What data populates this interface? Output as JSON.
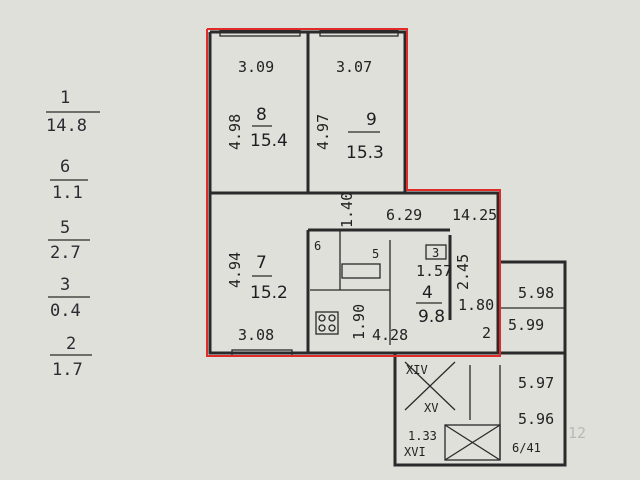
{
  "legend": [
    {
      "top": "1",
      "bottom": "14.8"
    },
    {
      "top": "6",
      "bottom": "1.1"
    },
    {
      "top": "5",
      "bottom": "2.7"
    },
    {
      "top": "3",
      "bottom": "0.4"
    },
    {
      "top": "2",
      "bottom": "1.7"
    }
  ],
  "rooms": {
    "r8": {
      "num": "8",
      "area": "15.4",
      "w": "3.09",
      "h": "4.98"
    },
    "r9": {
      "num": "9",
      "area": "15.3",
      "w": "3.07",
      "h": "4.97"
    },
    "r7": {
      "num": "7",
      "area": "15.2",
      "w": "3.08",
      "h": "4.94"
    },
    "r4": {
      "num": "4",
      "area": "9.8"
    }
  },
  "dims": {
    "d629": "6.29",
    "d1425": "14.25",
    "d140": "1.40",
    "d245": "2.45",
    "d190": "1.90",
    "d428": "4.28",
    "d157": "1.57",
    "d180": "1.80",
    "d598": "5.98",
    "d599": "5.99",
    "d597": "5.97",
    "d596": "5.96",
    "d133": "1.33",
    "d2": "2"
  },
  "labels": {
    "l6": "6",
    "l5": "5",
    "l3": "3",
    "xiv": "XIV",
    "xv": "XV",
    "xvi": "XVI",
    "f61": "6/41",
    "wm": "12"
  },
  "colors": {
    "outline": "#e02b2b",
    "paper": "#dfe0d9",
    "ink": "#2a2a2a"
  }
}
